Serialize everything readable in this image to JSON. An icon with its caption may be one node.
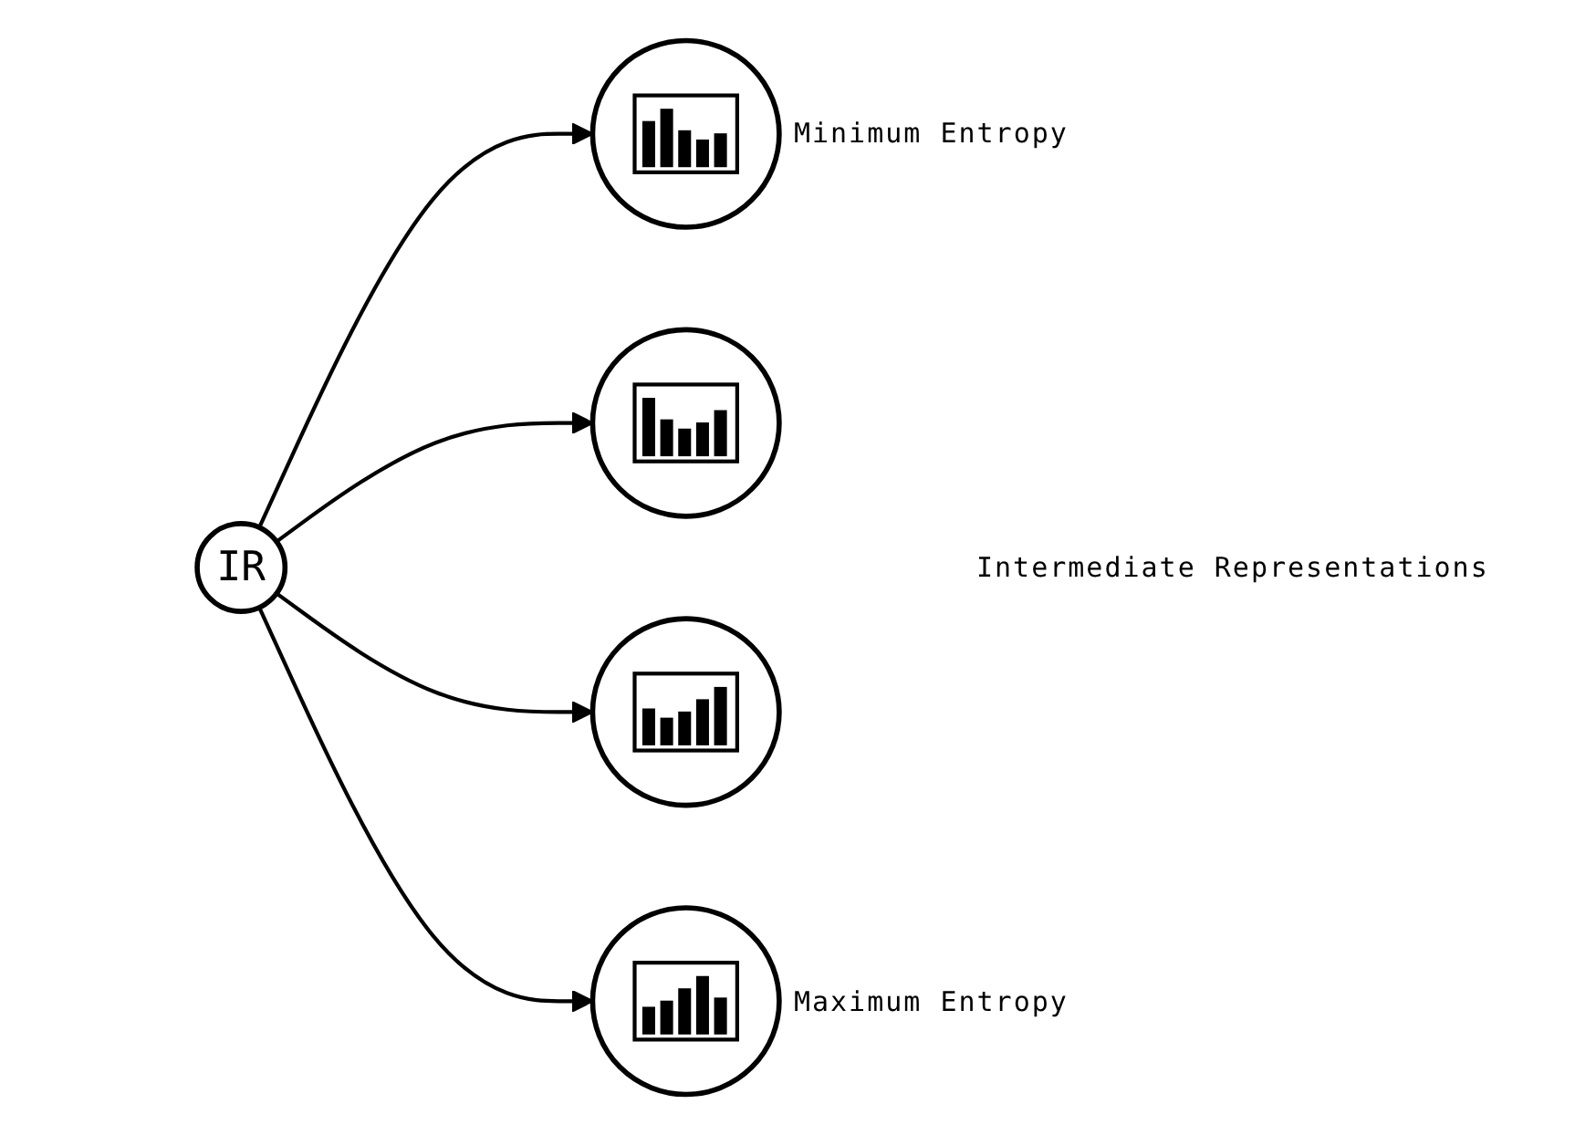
{
  "diagram": {
    "nodes": [
      {
        "text": [
          "IR"
        ]
      },
      {
        "text": [],
        "shape": "circle",
        "beside": [
          "Minimum Entropy"
        ]
      },
      {
        "text": [],
        "shape": "circle"
      },
      {
        "text": [],
        "shape": "circle"
      },
      {
        "text": [],
        "shape": "circle",
        "beside": [
          "Maximum Entropy"
        ]
      }
    ],
    "edges": [
      {
        "from": 0,
        "to": 1,
        "arrow": "to"
      },
      {
        "from": 0,
        "to": 2,
        "arrow": "to"
      },
      {
        "from": 0,
        "to": 3,
        "arrow": "to"
      },
      {
        "from": 0,
        "to": 4,
        "arrow": "to"
      }
    ],
    "labels": [
      "Intermediate Representations"
    ]
  }
}
